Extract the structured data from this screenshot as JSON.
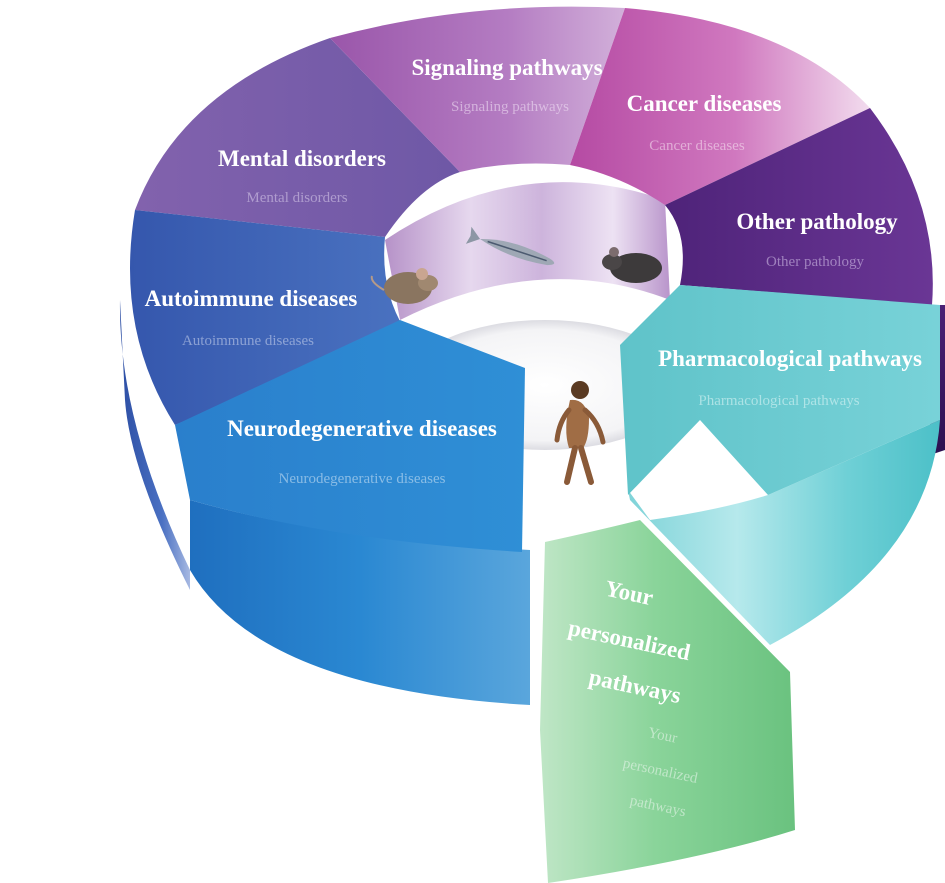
{
  "segments": [
    {
      "id": "signaling",
      "label": "Signaling pathways",
      "sublabel": "Signaling pathways",
      "color": "#b071bc"
    },
    {
      "id": "cancer",
      "label": "Cancer diseases",
      "sublabel": "Cancer diseases",
      "color": "#cc66b3"
    },
    {
      "id": "other",
      "label": "Other pathology",
      "sublabel": "Other pathology",
      "color": "#5e2a8a"
    },
    {
      "id": "pharma",
      "label": "Pharmacological pathways",
      "sublabel": "Pharmacological pathways",
      "color": "#6ccdd3"
    },
    {
      "id": "personal",
      "label_lines": [
        "Your",
        "personalized",
        "pathways"
      ],
      "sublabel_lines": [
        "Your",
        "personalized",
        "pathways"
      ],
      "color": "#7dcb8d"
    },
    {
      "id": "neuro",
      "label": "Neurodegenerative diseases",
      "sublabel": "Neurodegenerative diseases",
      "color": "#2a86cf"
    },
    {
      "id": "autoimmune",
      "label": "Autoimmune diseases",
      "sublabel": "Autoimmune diseases",
      "color": "#3d5fb4"
    },
    {
      "id": "mental",
      "label": "Mental disorders",
      "sublabel": "Mental disorders",
      "color": "#7b5aa8"
    }
  ],
  "center_icons": [
    "mouse-icon",
    "zebrafish-icon",
    "rat-icon",
    "hominid-icon"
  ]
}
